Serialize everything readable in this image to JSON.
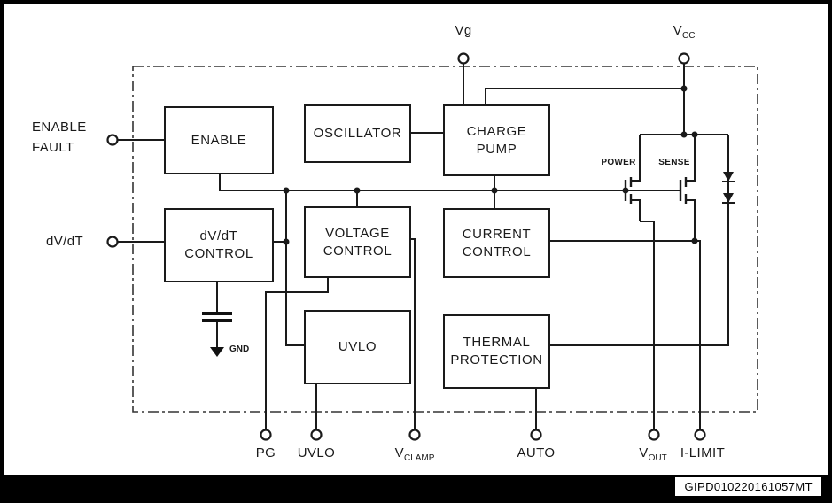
{
  "frame": {
    "code": "GIPD010220161057MT"
  },
  "blocks": {
    "enable": {
      "label": "ENABLE"
    },
    "oscillator": {
      "label": "OSCILLATOR"
    },
    "charge_pump": {
      "line1": "CHARGE",
      "line2": "PUMP"
    },
    "dvdt_control": {
      "line1": "dV/dT",
      "line2": "CONTROL"
    },
    "voltage_control": {
      "line1": "VOLTAGE",
      "line2": "CONTROL"
    },
    "current_control": {
      "line1": "CURRENT",
      "line2": "CONTROL"
    },
    "uvlo": {
      "label": "UVLO"
    },
    "thermal_protection": {
      "line1": "THERMAL",
      "line2": "PROTECTION"
    }
  },
  "pins": {
    "vg": {
      "label": "Vg"
    },
    "vcc": {
      "base": "V",
      "sub": "CC"
    },
    "enable_fault": {
      "line1": "ENABLE",
      "line2": "FAULT"
    },
    "dvdt": {
      "label": "dV/dT"
    },
    "pg": {
      "label": "PG"
    },
    "uvlo": {
      "label": "UVLO"
    },
    "vclamp": {
      "base": "V",
      "sub": "CLAMP"
    },
    "auto": {
      "label": "AUTO"
    },
    "vout": {
      "base": "V",
      "sub": "OUT"
    },
    "ilimit": {
      "label": "I-LIMIT"
    }
  },
  "transistors": {
    "power": {
      "label": "POWER"
    },
    "sense": {
      "label": "SENSE"
    }
  },
  "ground": {
    "label": "GND"
  },
  "colors": {
    "line": "#1a1a1a",
    "background": "#ffffff",
    "frame": "#000000"
  }
}
